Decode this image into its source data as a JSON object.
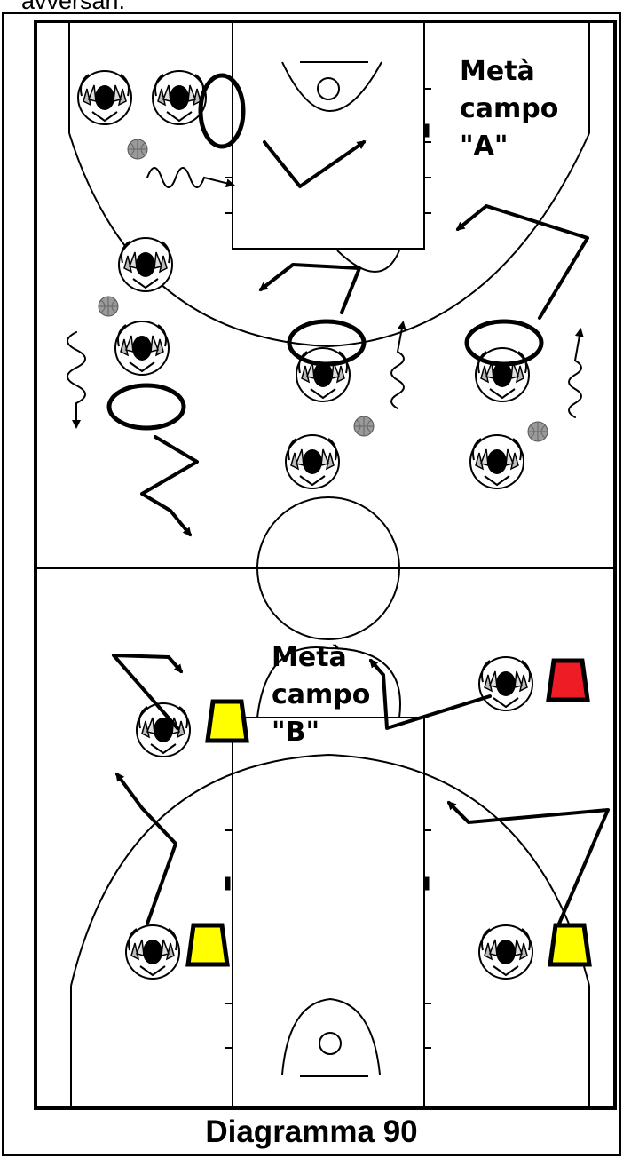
{
  "header": {
    "cut_text": "avversari."
  },
  "labels": {
    "half_a": "Metà\ncampo\n\"A\"",
    "half_b": "Metà\ncampo\n\"B\""
  },
  "caption": "Diagramma 90",
  "colors": {
    "line": "#000000",
    "cone_yellow": "#ffff00",
    "cone_red": "#ee1c24",
    "ball": "#9a9a9a",
    "player_fill": "#ffffff"
  }
}
